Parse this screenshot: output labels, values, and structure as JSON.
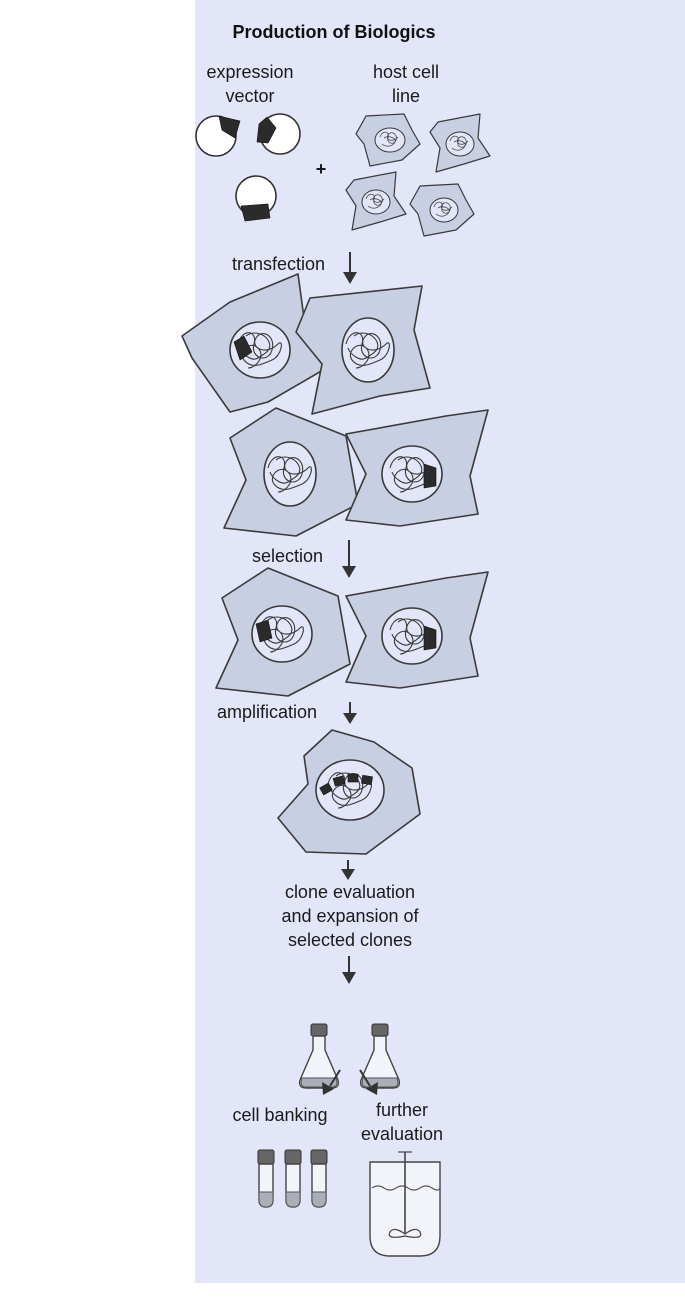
{
  "title": "Production of Biologics",
  "labels": {
    "expression_vector_1": "expression",
    "expression_vector_2": "vector",
    "host_cell_1": "host cell",
    "host_cell_2": "line",
    "plus": "+",
    "transfection": "transfection",
    "selection": "selection",
    "amplification": "amplification",
    "clone_1": "clone evaluation",
    "clone_2": "and expansion of",
    "clone_3": "selected clones",
    "cell_banking": "cell banking",
    "further_1": "further",
    "further_2": "evaluation"
  },
  "colors": {
    "panel": "#e2e6f8",
    "cell_fill": "#c9cfe3",
    "insert": "#2b2b2b"
  }
}
